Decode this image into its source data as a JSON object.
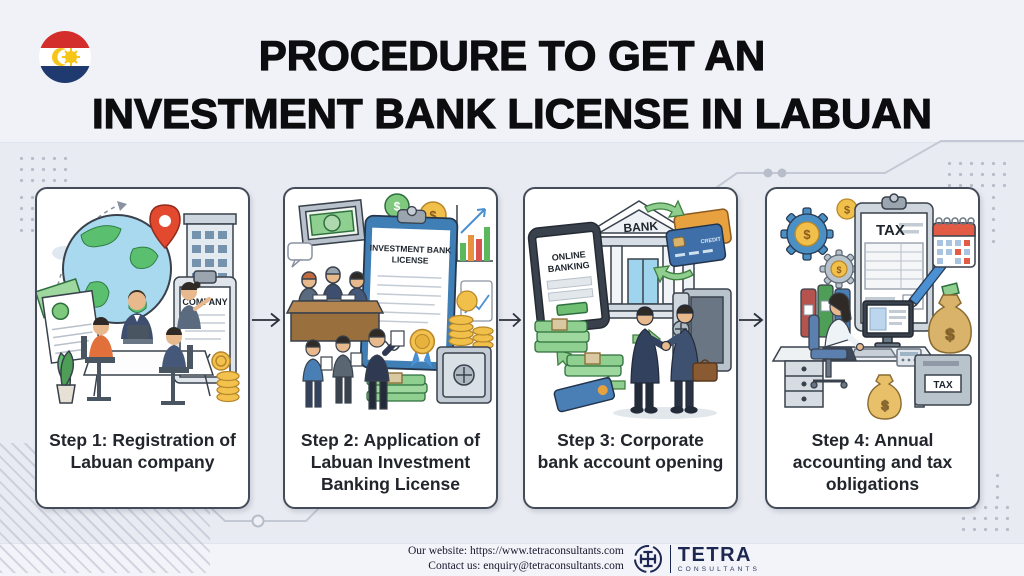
{
  "header": {
    "title_line1": "PROCEDURE TO GET AN",
    "title_line2": "INVESTMENT BANK LICENSE IN LABUAN"
  },
  "steps": [
    {
      "caption": "Step 1: Registration of\nLabuan company",
      "labels": {
        "clipboard": "COMPANY"
      }
    },
    {
      "caption": "Step 2: Application of\nLabuan Investment\nBanking License",
      "labels": {
        "license_line1": "INVESTMENT BANK",
        "license_line2": "LICENSE"
      }
    },
    {
      "caption": "Step 3: Corporate\nbank account opening",
      "labels": {
        "bank": "BANK",
        "tablet_line1": "ONLINE",
        "tablet_line2": "BANKING",
        "credit_card": "CREDIT"
      }
    },
    {
      "caption": "Step 4: Annual\naccounting and tax\nobligations",
      "labels": {
        "tax_document": "TAX",
        "tax_box": "TAX"
      }
    }
  ],
  "footer": {
    "website_line": "Our website: https://www.tetraconsultants.com",
    "contact_line": "Contact us: enquiry@tetraconsultants.com",
    "brand_name": "TETRA",
    "brand_subtitle": "CONSULTANTS"
  },
  "glyphs": {
    "dollar": "$"
  },
  "icons": {
    "flag": "labuan-flag-icon",
    "brand_mark": "tetra-logo-icon",
    "step_arrow": "right-arrow-icon"
  },
  "colors": {
    "background": "#e9ebf2",
    "card_border": "#454c59",
    "title": "#0d0d10",
    "caption": "#22252b",
    "brand_navy": "#1c2752",
    "money_green": "#8fcf8f",
    "gold": "#f0c04a",
    "arrow_green": "#8fce8f",
    "flag_red": "#d42e2c",
    "flag_blue": "#1f3a6e",
    "flag_yellow": "#f5c518"
  }
}
